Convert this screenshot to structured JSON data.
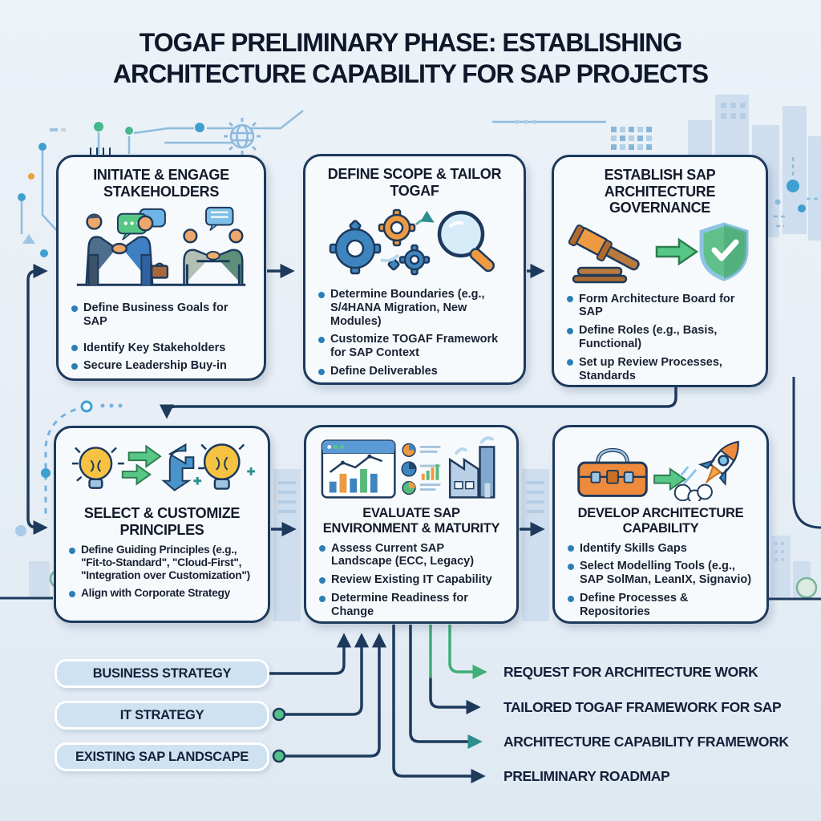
{
  "title": "TOGAF PRELIMINARY PHASE: ESTABLISHING ARCHITECTURE CAPABILITY FOR SAP PROJECTS",
  "phases": [
    {
      "title": "INITIATE & ENGAGE STAKEHOLDERS",
      "icon": "handshake-meeting-icon",
      "bullets": [
        "Define Business Goals for SAP",
        "Identify Key Stakeholders",
        "Secure Leadership Buy-in"
      ]
    },
    {
      "title": "DEFINE SCOPE & TAILOR TOGAF",
      "icon": "gears-magnifier-icon",
      "bullets": [
        "Determine Boundaries (e.g., S/4HANA Migration, New Modules)",
        "Customize TOGAF Framework for SAP Context",
        "Define Deliverables"
      ]
    },
    {
      "title": "ESTABLISH SAP ARCHITECTURE GOVERNANCE",
      "icon": "gavel-shield-icon",
      "bullets": [
        "Form Architecture Board for SAP",
        "Define Roles (e.g., Basis, Functional)",
        "Set up Review Processes, Standards"
      ]
    },
    {
      "title": "SELECT & CUSTOMIZE PRINCIPLES",
      "icon": "lightbulbs-arrows-icon",
      "bullets": [
        "Define Guiding Principles (e.g., \"Fit-to-Standard\", \"Cloud-First\", \"Integration over Customization\")",
        "Align with Corporate Strategy"
      ]
    },
    {
      "title": "EVALUATE SAP ENVIRONMENT & MATURITY",
      "icon": "dashboard-factory-icon",
      "bullets": [
        "Assess Current SAP Landscape (ECC, Legacy)",
        "Review Existing IT Capability",
        "Determine Readiness for Change"
      ]
    },
    {
      "title": "DEVELOP ARCHITECTURE CAPABILITY",
      "icon": "toolbox-rocket-icon",
      "bullets": [
        "Identify Skills Gaps",
        "Select Modelling Tools (e.g., SAP SolMan, LeanIX, Signavio)",
        "Define Processes & Repositories"
      ]
    }
  ],
  "inputs": [
    {
      "label": "BUSINESS STRATEGY"
    },
    {
      "label": "IT STRATEGY"
    },
    {
      "label": "EXISTING SAP LANDSCAPE"
    }
  ],
  "outputs": [
    {
      "label": "REQUEST FOR ARCHITECTURE WORK",
      "arrow_color": "#3fae77"
    },
    {
      "label": "TAILORED TOGAF FRAMEWORK FOR SAP",
      "arrow_color": "#1d3a5c"
    },
    {
      "label": "ARCHITECTURE CAPABILITY FRAMEWORK",
      "arrow_color": "#2e8f8f"
    },
    {
      "label": "PRELIMINARY ROADMAP",
      "arrow_color": "#1d3a5c"
    }
  ],
  "colors": {
    "background": "#e9eff6",
    "card_fill": "#f7fafd",
    "card_border": "#1d3a5c",
    "accent_navy": "#1d3a5c",
    "accent_green": "#3fae77",
    "accent_teal": "#2e8f8f",
    "bullet_dot": "#2b7fb8",
    "input_fill": "#cfe2f1",
    "circuit_blue": "#3f9fd0",
    "circuit_green": "#46b98c"
  }
}
